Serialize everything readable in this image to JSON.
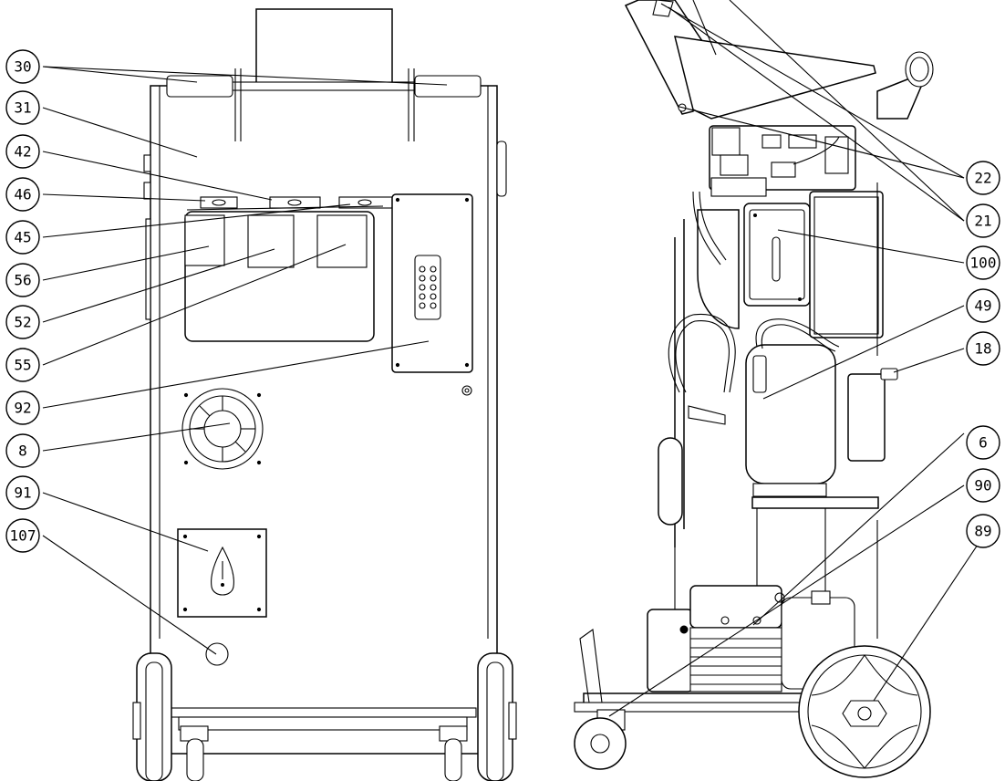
{
  "diagram": {
    "part_callouts": [
      "30",
      "31",
      "42",
      "46",
      "45",
      "56",
      "52",
      "55",
      "92",
      "8",
      "91",
      "107",
      "22",
      "21",
      "100",
      "49",
      "18",
      "6",
      "90",
      "89"
    ]
  }
}
